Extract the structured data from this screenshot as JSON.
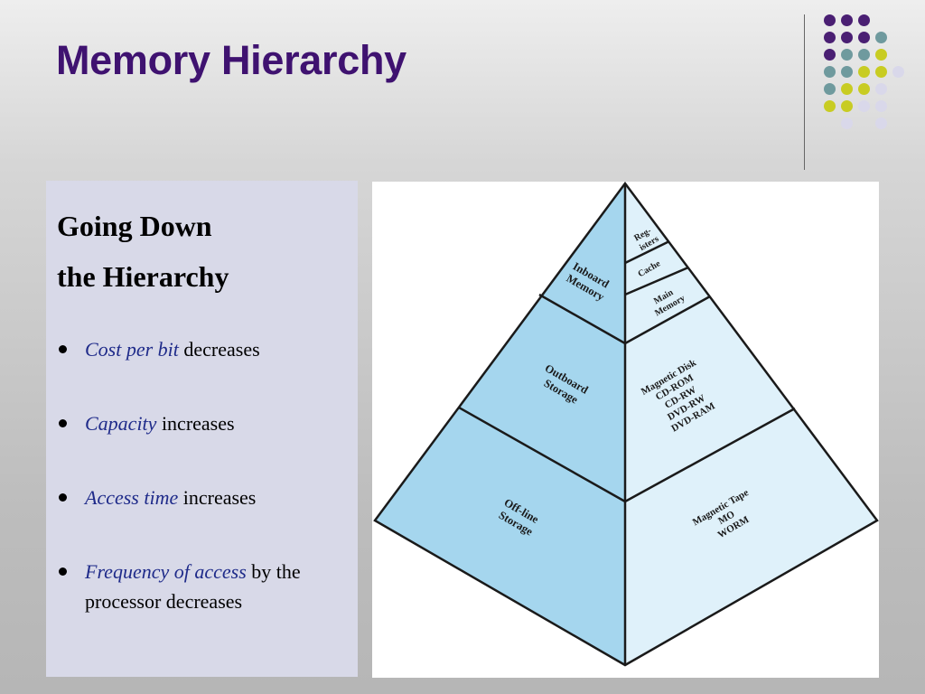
{
  "slide": {
    "title": "Memory Hierarchy"
  },
  "decoration": {
    "dot_colors": {
      "purple": "#4a1f73",
      "teal": "#6f9a9e",
      "yellow": "#c8cc22",
      "lavender": "#d9d8ea"
    }
  },
  "left_panel": {
    "heading_line1": "Going Down",
    "heading_line2": "the Hierarchy",
    "bullets": [
      {
        "term": "Cost per bit",
        "rest": " decreases"
      },
      {
        "term": "Capacity",
        "rest": " increases"
      },
      {
        "term": "Access time",
        "rest": " increases"
      },
      {
        "term": "Frequency of access",
        "rest": " by the processor decreases"
      }
    ]
  },
  "diagram": {
    "colors": {
      "left_face": "#a5d6ee",
      "right_face": "#dff1fa",
      "outline": "#1a1a1a"
    },
    "tiers": {
      "inboard": {
        "label_line1": "Inboard",
        "label_line2": "Memory",
        "items": {
          "registers_line1": "Reg-",
          "registers_line2": "isters",
          "cache": "Cache",
          "main_memory_line1": "Main",
          "main_memory_line2": "Memory"
        }
      },
      "outboard": {
        "label_line1": "Outboard",
        "label_line2": "Storage",
        "items": [
          "Magnetic Disk",
          "CD-ROM",
          "CD-RW",
          "DVD-RW",
          "DVD-RAM"
        ]
      },
      "offline": {
        "label_line1": "Off-line",
        "label_line2": "Storage",
        "items": [
          "Magnetic Tape",
          "MO",
          "WORM"
        ]
      }
    }
  }
}
